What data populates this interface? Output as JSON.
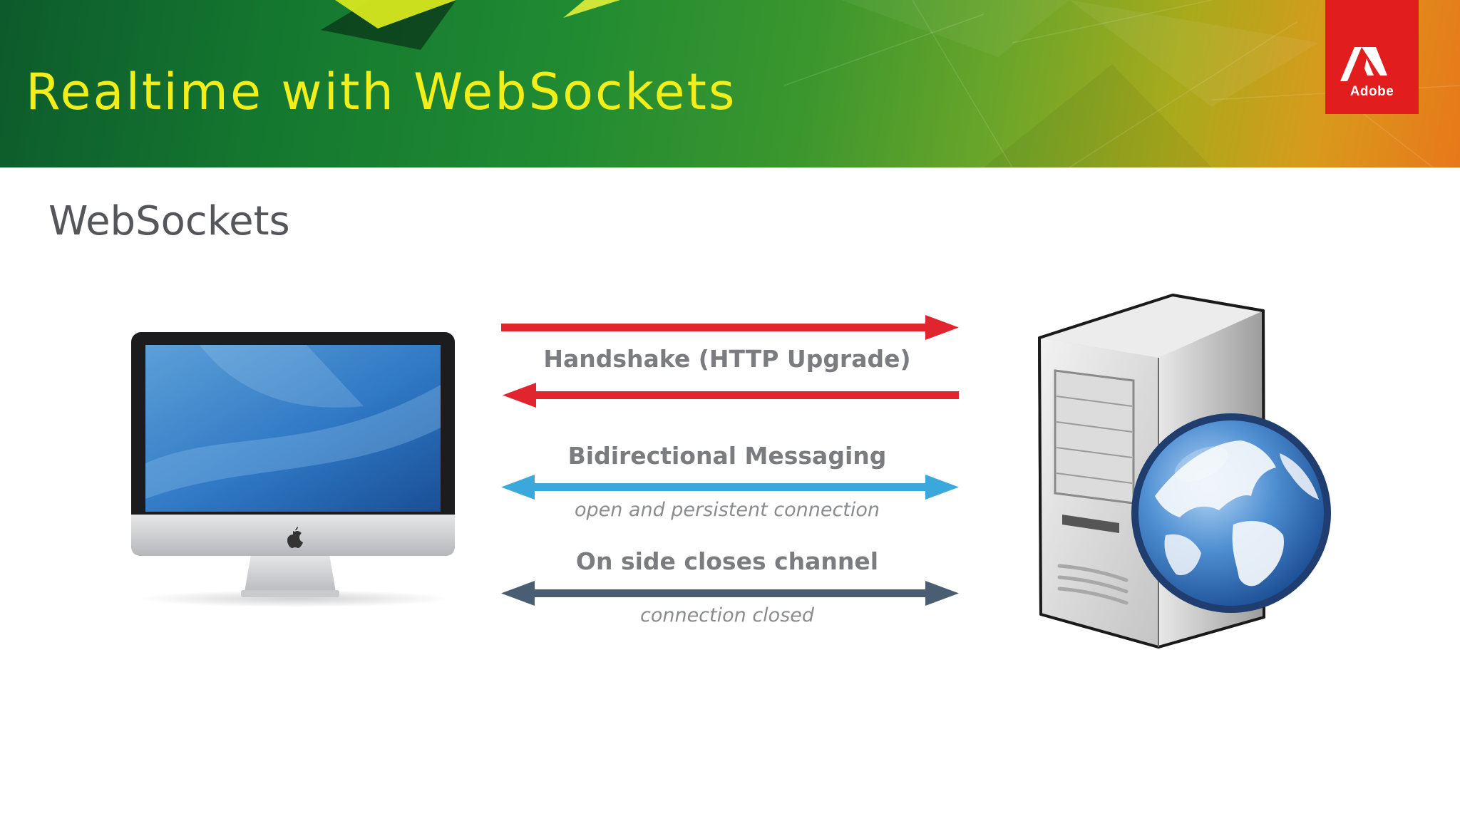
{
  "header": {
    "title": "Realtime with WebSockets",
    "logo_text": "Adobe"
  },
  "section": {
    "title": "WebSockets"
  },
  "diagram": {
    "client": "imac-computer",
    "server": "web-server-with-globe",
    "steps": [
      {
        "label": "Handshake (HTTP Upgrade)",
        "color": "#e0252e",
        "direction": "request-and-response"
      },
      {
        "label": "Bidirectional Messaging",
        "sublabel": "open and persistent connection",
        "color": "#3aa7dd",
        "direction": "both"
      },
      {
        "label": "On side closes channel",
        "sublabel": "connection closed",
        "color": "#4a5e73",
        "direction": "both"
      }
    ]
  },
  "colors": {
    "title_yellow": "#f2ee1a",
    "adobe_red": "#e21d1d",
    "handshake_red": "#e0252e",
    "messaging_blue": "#3aa7dd",
    "closed_slate": "#4a5e73"
  }
}
